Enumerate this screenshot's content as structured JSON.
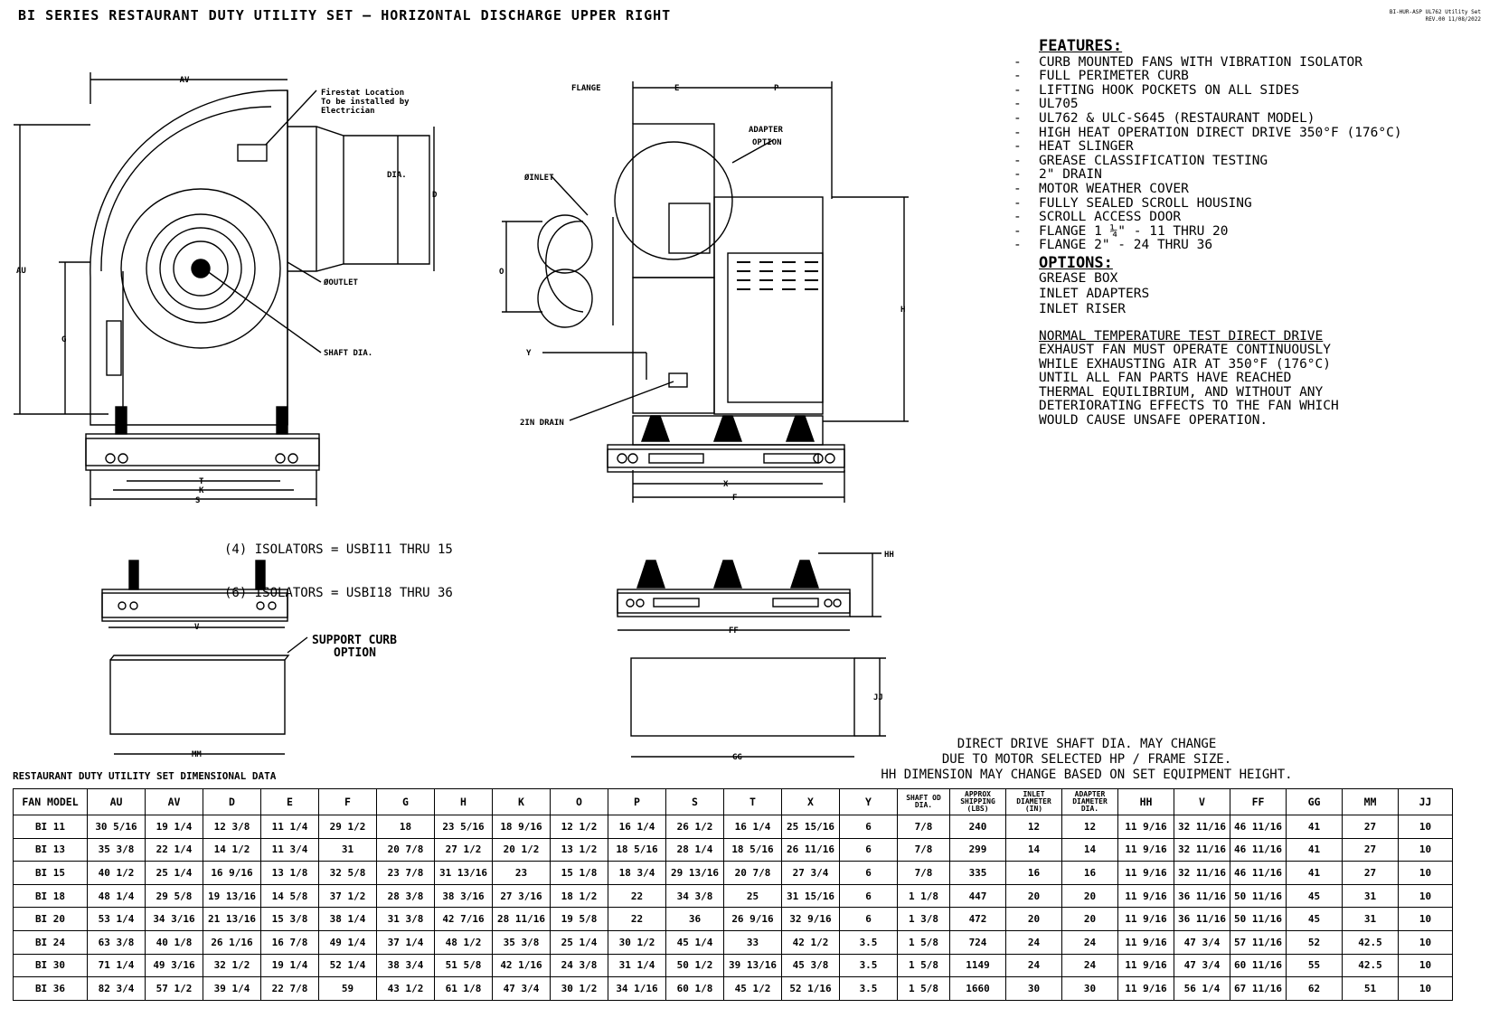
{
  "title": "BI SERIES RESTAURANT DUTY UTILITY SET — HORIZONTAL DISCHARGE UPPER RIGHT",
  "revision": [
    "BI-HUR-ASP UL762 Utility Set",
    "REV.00  11/08/2022"
  ],
  "features": {
    "heading": "FEATURES:",
    "items": [
      "CURB MOUNTED FANS WITH VIBRATION ISOLATOR",
      "FULL PERIMETER CURB",
      "LIFTING HOOK POCKETS ON ALL SIDES",
      "UL705",
      "UL762 & ULC-S645 (RESTAURANT MODEL)",
      "HIGH HEAT OPERATION DIRECT DRIVE 350°F (176°C)",
      "HEAT SLINGER",
      "GREASE CLASSIFICATION TESTING",
      "2\" DRAIN",
      "MOTOR WEATHER COVER",
      "FULLY SEALED SCROLL HOUSING",
      "SCROLL ACCESS DOOR",
      "FLANGE 1 ¼\" - 11 THRU 20",
      "FLANGE 2\" - 24 THRU 36"
    ]
  },
  "options": {
    "heading": "OPTIONS:",
    "items": [
      "GREASE BOX",
      "INLET ADAPTERS",
      "INLET RISER"
    ]
  },
  "note": {
    "heading": "NORMAL TEMPERATURE TEST DIRECT DRIVE",
    "lines": [
      "EXHAUST FAN MUST OPERATE CONTINUOUSLY",
      "WHILE EXHAUSTING AIR AT 350°F (176°C)",
      "UNTIL ALL FAN PARTS HAVE REACHED",
      "THERMAL EQUILIBRIUM, AND WITHOUT ANY",
      "DETERIORATING EFFECTS TO THE FAN WHICH",
      "WOULD CAUSE UNSAFE OPERATION."
    ]
  },
  "isolators": [
    "(4) ISOLATORS = USBI11 THRU 15",
    "(6) ISOLATORS = USBI18 THRU 36"
  ],
  "drive_note": [
    "DIRECT DRIVE SHAFT DIA. MAY CHANGE",
    "DUE TO MOTOR SELECTED HP / FRAME SIZE.",
    "HH DIMENSION MAY CHANGE BASED ON SET EQUIPMENT HEIGHT."
  ],
  "labels": {
    "av": "AV",
    "au": "AU",
    "g": "G",
    "d": "D",
    "dia": "DIA.",
    "firestat": [
      "Firestat Location",
      "To be installed by",
      "Electrician"
    ],
    "outlet": "ØOUTLET",
    "shaft": "SHAFT DIA.",
    "t": "T",
    "k": "K",
    "s": "S",
    "flange": "FLANGE",
    "e": "E",
    "p": "P",
    "adapter": [
      "ADAPTER",
      "OPTION"
    ],
    "inlet": "ØINLET",
    "o": "O",
    "h": "H",
    "y": "Y",
    "drain": "2IN DRAIN",
    "x": "X",
    "f": "F",
    "v": "V",
    "ff": "FF",
    "hh": "HH",
    "curb": [
      "SUPPORT CURB",
      "OPTION"
    ],
    "mm": "MM",
    "gg": "GG",
    "jj": "JJ"
  },
  "table_caption": "RESTAURANT DUTY UTILITY SET DIMENSIONAL DATA",
  "table": {
    "headers": [
      "FAN MODEL",
      "AU",
      "AV",
      "D",
      "E",
      "F",
      "G",
      "H",
      "K",
      "O",
      "P",
      "S",
      "T",
      "X",
      "Y",
      "SHAFT OD DIA.",
      "APPROX SHIPPING (LBS)",
      "INLET DIAMETER (IN)",
      "ADAPTER DIAMETER DIA.",
      "HH",
      "V",
      "FF",
      "GG",
      "MM",
      "JJ"
    ],
    "rows": [
      [
        "BI 11",
        "30 5/16",
        "19 1/4",
        "12 3/8",
        "11 1/4",
        "29 1/2",
        "18",
        "23 5/16",
        "18 9/16",
        "12 1/2",
        "16 1/4",
        "26 1/2",
        "16 1/4",
        "25 15/16",
        "6",
        "7/8",
        "240",
        "12",
        "12",
        "11 9/16",
        "32 11/16",
        "46 11/16",
        "41",
        "27",
        "10"
      ],
      [
        "BI 13",
        "35 3/8",
        "22 1/4",
        "14 1/2",
        "11 3/4",
        "31",
        "20 7/8",
        "27 1/2",
        "20 1/2",
        "13 1/2",
        "18 5/16",
        "28 1/4",
        "18 5/16",
        "26 11/16",
        "6",
        "7/8",
        "299",
        "14",
        "14",
        "11 9/16",
        "32 11/16",
        "46 11/16",
        "41",
        "27",
        "10"
      ],
      [
        "BI 15",
        "40 1/2",
        "25 1/4",
        "16 9/16",
        "13 1/8",
        "32 5/8",
        "23 7/8",
        "31 13/16",
        "23",
        "15 1/8",
        "18 3/4",
        "29 13/16",
        "20 7/8",
        "27 3/4",
        "6",
        "7/8",
        "335",
        "16",
        "16",
        "11 9/16",
        "32 11/16",
        "46 11/16",
        "41",
        "27",
        "10"
      ],
      [
        "BI 18",
        "48 1/4",
        "29 5/8",
        "19 13/16",
        "14 5/8",
        "37 1/2",
        "28 3/8",
        "38 3/16",
        "27 3/16",
        "18 1/2",
        "22",
        "34 3/8",
        "25",
        "31 15/16",
        "6",
        "1 1/8",
        "447",
        "20",
        "20",
        "11 9/16",
        "36 11/16",
        "50 11/16",
        "45",
        "31",
        "10"
      ],
      [
        "BI 20",
        "53 1/4",
        "34 3/16",
        "21 13/16",
        "15 3/8",
        "38 1/4",
        "31 3/8",
        "42 7/16",
        "28 11/16",
        "19 5/8",
        "22",
        "36",
        "26 9/16",
        "32 9/16",
        "6",
        "1 3/8",
        "472",
        "20",
        "20",
        "11 9/16",
        "36 11/16",
        "50 11/16",
        "45",
        "31",
        "10"
      ],
      [
        "BI 24",
        "63 3/8",
        "40 1/8",
        "26 1/16",
        "16 7/8",
        "49 1/4",
        "37 1/4",
        "48 1/2",
        "35 3/8",
        "25 1/4",
        "30 1/2",
        "45 1/4",
        "33",
        "42 1/2",
        "3.5",
        "1 5/8",
        "724",
        "24",
        "24",
        "11 9/16",
        "47 3/4",
        "57 11/16",
        "52",
        "42.5",
        "10"
      ],
      [
        "BI 30",
        "71 1/4",
        "49 3/16",
        "32 1/2",
        "19 1/4",
        "52 1/4",
        "38 3/4",
        "51 5/8",
        "42 1/16",
        "24 3/8",
        "31 1/4",
        "50 1/2",
        "39 13/16",
        "45 3/8",
        "3.5",
        "1 5/8",
        "1149",
        "24",
        "24",
        "11 9/16",
        "47 3/4",
        "60 11/16",
        "55",
        "42.5",
        "10"
      ],
      [
        "BI 36",
        "82 3/4",
        "57 1/2",
        "39 1/4",
        "22 7/8",
        "59",
        "43 1/2",
        "61 1/8",
        "47 3/4",
        "30 1/2",
        "34 1/16",
        "60 1/8",
        "45 1/2",
        "52 1/16",
        "3.5",
        "1 5/8",
        "1660",
        "30",
        "30",
        "11 9/16",
        "56 1/4",
        "67 11/16",
        "62",
        "51",
        "10"
      ]
    ]
  }
}
